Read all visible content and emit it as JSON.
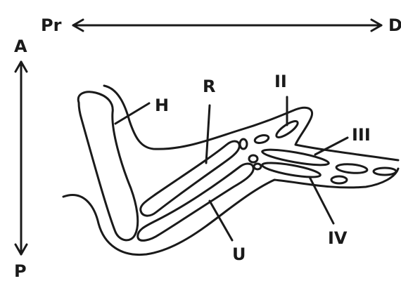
{
  "axes": {
    "horizontal": {
      "left_label": "Pr",
      "right_label": "D"
    },
    "vertical": {
      "top_label": "A",
      "bottom_label": "P"
    }
  },
  "labels": {
    "humerus": "H",
    "radius": "R",
    "ulna": "U",
    "digit_2": "II",
    "digit_3": "III",
    "digit_4": "IV"
  },
  "colors": {
    "ink": "#1a1a1a",
    "background": "#ffffff"
  }
}
